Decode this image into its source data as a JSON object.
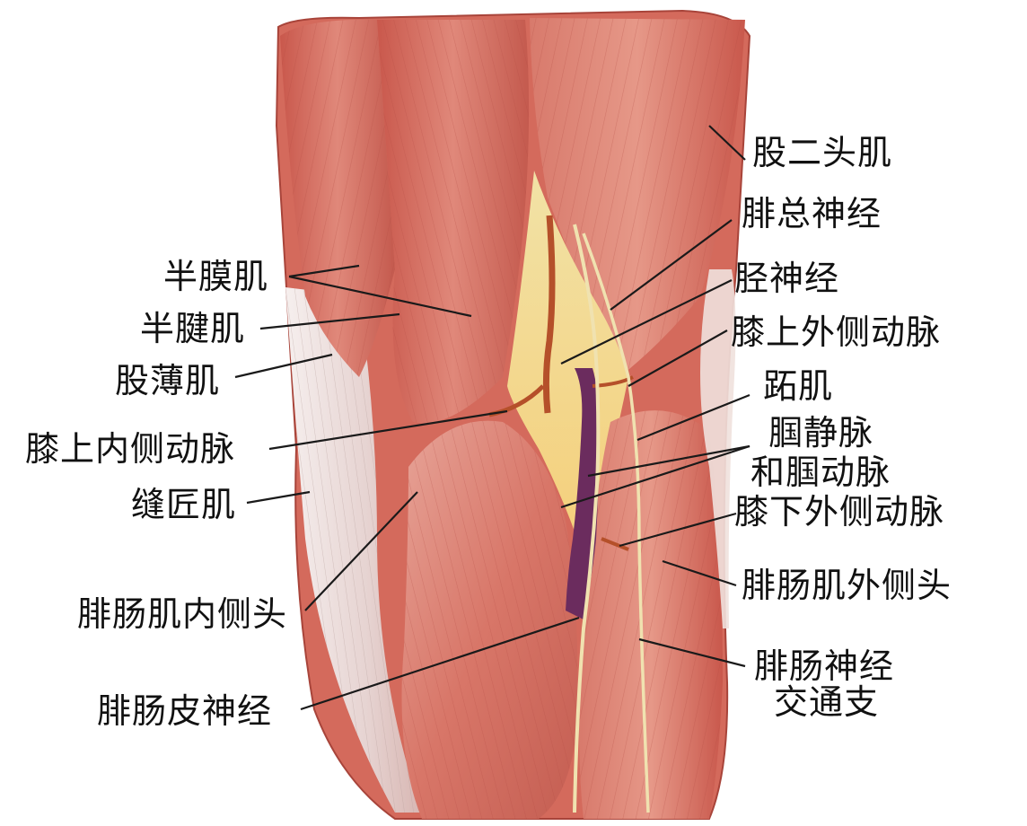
{
  "labels": {
    "gu_er_tou_ji": "股二头肌",
    "fei_zong_shen_jing": "腓总神经",
    "jing_shen_jing": "胫神经",
    "xi_shang_wai_ce_dong_mai": "膝上外侧动脉",
    "zhi_ji": "跖肌",
    "guo_jing_mai_line1": "腘静脉",
    "guo_jing_mai_line2": "和腘动脉",
    "xi_xia_wai_ce_dong_mai": "膝下外侧动脉",
    "fei_chang_ji_wai_ce_tou": "腓肠肌外侧头",
    "fei_chang_shen_jing_line1": "腓肠神经",
    "fei_chang_shen_jing_line2": "交通支",
    "ban_mo_ji": "半膜肌",
    "ban_jian_ji": "半腱肌",
    "gu_bo_ji": "股薄肌",
    "xi_shang_nei_ce_dong_mai": "膝上内侧动脉",
    "feng_jiang_ji": "缝匠肌",
    "fei_chang_ji_nei_ce_tou": "腓肠肌内侧头",
    "fei_chang_pi_shen_jing": "腓肠皮神经"
  },
  "colors": {
    "muscle": "#d46a5c",
    "muscle_light": "#e8988c",
    "muscle_dark": "#a8443a",
    "tendon": "#efe3e0",
    "fat": "#f5d98a",
    "vein": "#6a2c5c",
    "nerve": "#f2e6b8",
    "artery": "#b5502a"
  }
}
